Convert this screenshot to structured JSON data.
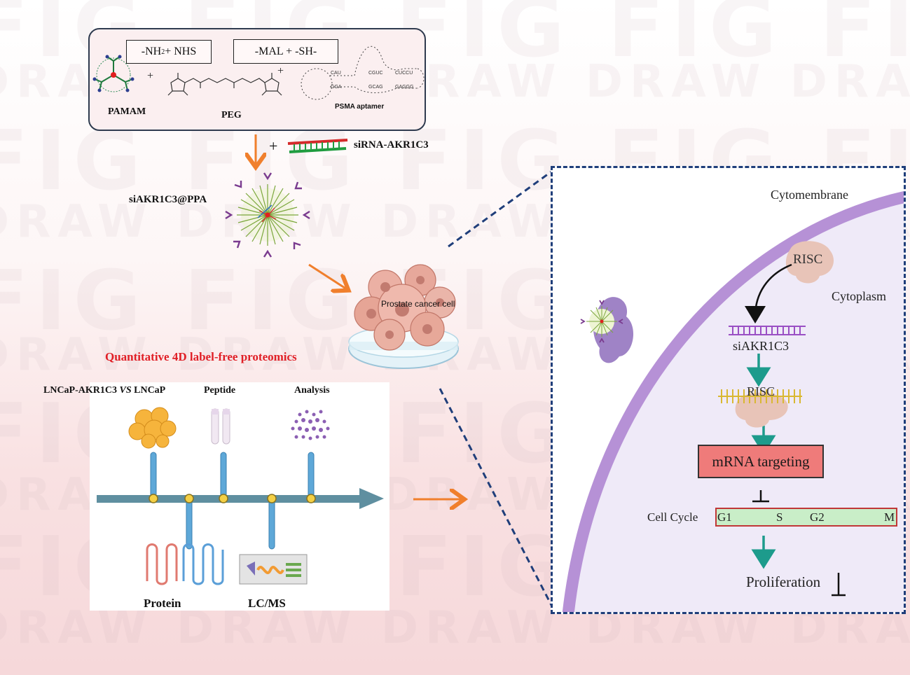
{
  "synthesis": {
    "nhs_label_prefix": "-NH",
    "nhs_label_sub": "2",
    "nhs_label_suffix": " + NHS",
    "mal_label": "-MAL + -SH-",
    "pamam": "PAMAM",
    "peg": "PEG",
    "psma": "PSMA aptamer",
    "plus": "+"
  },
  "sirna": {
    "plus": "+",
    "label": "siRNA-AKR1C3"
  },
  "nanoparticle_label": "siAKR1C3@PPA",
  "cell_label": "Prostate cancer  cell",
  "proteomics": {
    "title": "Quantitative 4D label-free proteomics",
    "sample_prefix": "LNCaP-AKR1C3 ",
    "sample_vs": "VS",
    "sample_suffix": " LNCaP",
    "peptide": "Peptide",
    "analysis": "Analysis",
    "protein": "Protein",
    "lcms": "LC/MS"
  },
  "mechanism": {
    "cytomembrane": "Cytomembrane",
    "risc": "RISC",
    "cytoplasm": "Cytoplasm",
    "siakr1c3": "siAKR1C3",
    "risc2": "RISC",
    "mrna_targeting": "mRNA targeting",
    "cell_cycle": "Cell Cycle",
    "phases": [
      "G1",
      "S",
      "G2",
      "M"
    ],
    "proliferation": "Proliferation"
  },
  "watermark": {
    "fig": "FIG FIG FIG FIG FIG",
    "draw": "DRAW DRAW DRAW DRAW DRAW"
  },
  "colors": {
    "orange_arrow": "#f07f2c",
    "teal_arrow": "#1d9b8c",
    "dash_blue": "#1f3e7a",
    "membrane": "#b691d6",
    "title_red": "#e01f26"
  }
}
